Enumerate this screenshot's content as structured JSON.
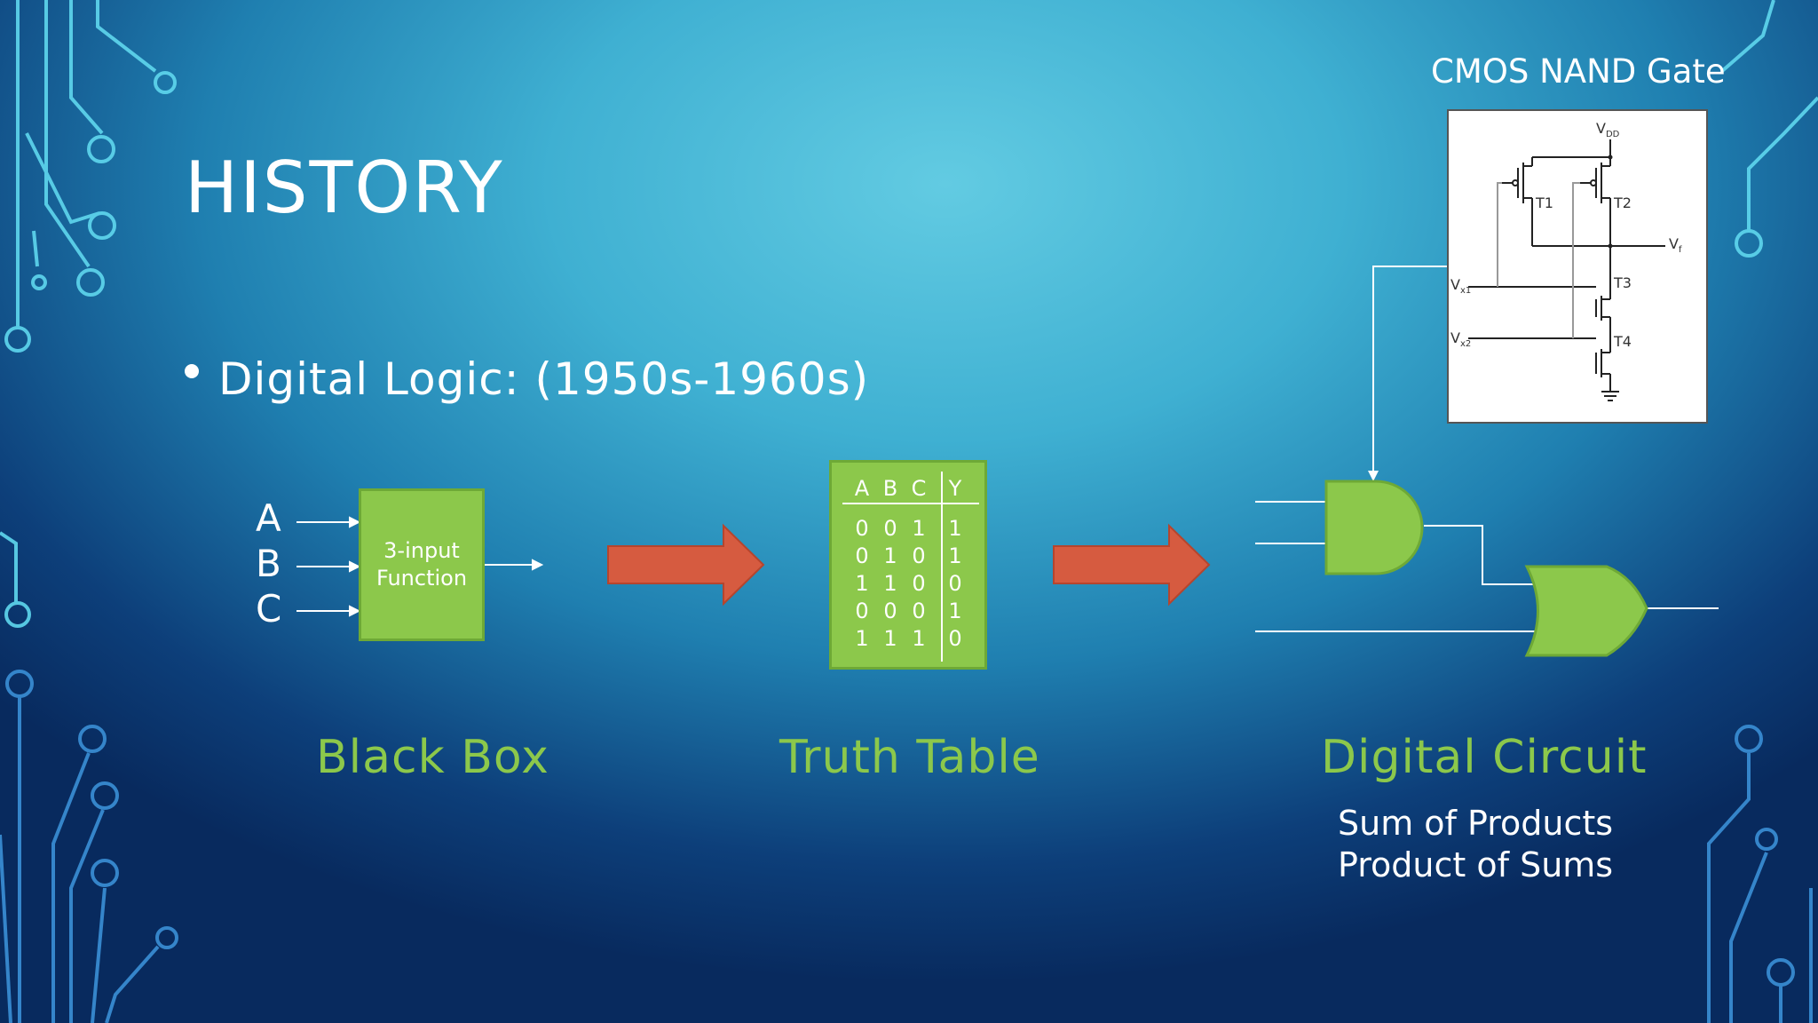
{
  "slide": {
    "title": "HISTORY",
    "bullet": "Digital Logic: (1950s-1960s)"
  },
  "black_box": {
    "inputs": [
      "A",
      "B",
      "C"
    ],
    "box_line1": "3-input",
    "box_line2": "Function",
    "label": "Black Box"
  },
  "truth_table": {
    "headers": [
      "A",
      "B",
      "C",
      "Y"
    ],
    "rows": [
      [
        "0",
        "0",
        "1",
        "1"
      ],
      [
        "0",
        "1",
        "0",
        "1"
      ],
      [
        "1",
        "1",
        "0",
        "0"
      ],
      [
        "0",
        "0",
        "0",
        "1"
      ],
      [
        "1",
        "1",
        "1",
        "0"
      ]
    ],
    "label": "Truth Table"
  },
  "digital_circuit": {
    "label": "Digital Circuit",
    "sub1": "Sum of Products",
    "sub2": "Product of Sums"
  },
  "cmos": {
    "title": "CMOS NAND Gate",
    "vdd": "V",
    "vdd_sub": "DD",
    "vy": "V",
    "vy_sub": "f",
    "vx1": "V",
    "vx1_sub": "x1",
    "vx2": "V",
    "vx2_sub": "x2",
    "t1": "T1",
    "t2": "T2",
    "t3": "T3",
    "t4": "T4"
  },
  "colors": {
    "green": "#8cc84b",
    "green_border": "#6ea936",
    "arrow": "#d65b40",
    "circuit_deco": "#5fd3ea"
  }
}
